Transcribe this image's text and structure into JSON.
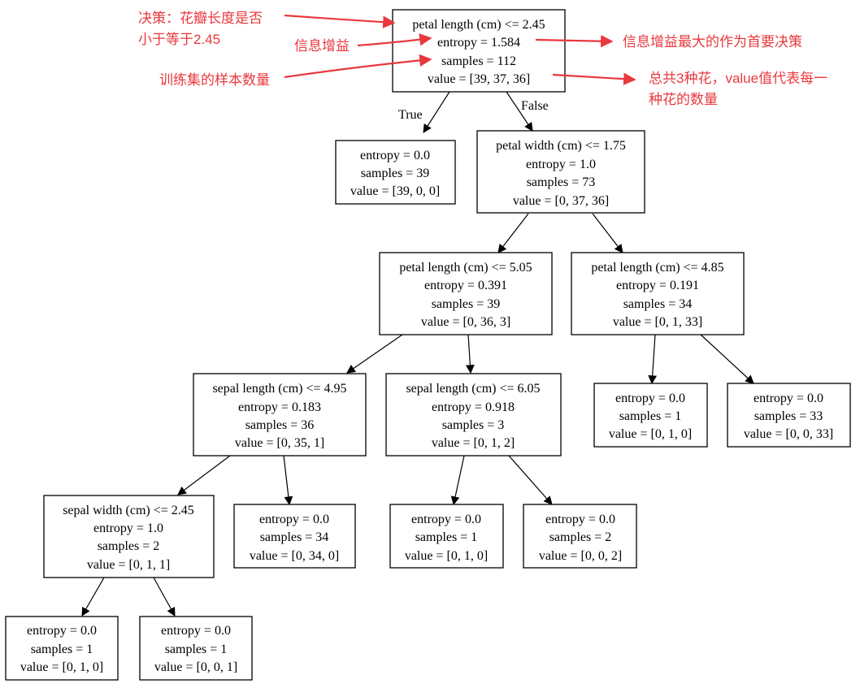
{
  "colors": {
    "annotation": "#e8383d",
    "node_border": "#000000",
    "text": "#000000"
  },
  "tree": {
    "root": {
      "lines": [
        "petal length (cm) <= 2.45",
        "entropy = 1.584",
        "samples = 112",
        "value = [39, 37, 36]"
      ]
    },
    "leaf_setosa": {
      "lines": [
        "entropy = 0.0",
        "samples = 39",
        "value = [39, 0, 0]"
      ]
    },
    "split_petal_width": {
      "lines": [
        "petal width (cm) <= 1.75",
        "entropy = 1.0",
        "samples = 73",
        "value = [0, 37, 36]"
      ]
    },
    "split_petal_length_505": {
      "lines": [
        "petal length (cm) <= 5.05",
        "entropy = 0.391",
        "samples = 39",
        "value = [0, 36, 3]"
      ]
    },
    "split_petal_length_485": {
      "lines": [
        "petal length (cm) <= 4.85",
        "entropy = 0.191",
        "samples = 34",
        "value = [0, 1, 33]"
      ]
    },
    "split_sepal_length_495": {
      "lines": [
        "sepal length (cm) <= 4.95",
        "entropy = 0.183",
        "samples = 36",
        "value = [0, 35, 1]"
      ]
    },
    "split_sepal_length_605": {
      "lines": [
        "sepal length (cm) <= 6.05",
        "entropy = 0.918",
        "samples = 3",
        "value = [0, 1, 2]"
      ]
    },
    "leaf_pl485_left": {
      "lines": [
        "entropy = 0.0",
        "samples = 1",
        "value = [0, 1, 0]"
      ]
    },
    "leaf_pl485_right": {
      "lines": [
        "entropy = 0.0",
        "samples = 33",
        "value = [0, 0, 33]"
      ]
    },
    "split_sepal_width_245": {
      "lines": [
        "sepal width (cm) <= 2.45",
        "entropy = 1.0",
        "samples = 2",
        "value = [0, 1, 1]"
      ]
    },
    "leaf_sl495_right": {
      "lines": [
        "entropy = 0.0",
        "samples = 34",
        "value = [0, 34, 0]"
      ]
    },
    "leaf_sl605_left": {
      "lines": [
        "entropy = 0.0",
        "samples = 1",
        "value = [0, 1, 0]"
      ]
    },
    "leaf_sl605_right": {
      "lines": [
        "entropy = 0.0",
        "samples = 2",
        "value = [0, 0, 2]"
      ]
    },
    "leaf_sw245_left": {
      "lines": [
        "entropy = 0.0",
        "samples = 1",
        "value = [0, 1, 0]"
      ]
    },
    "leaf_sw245_right": {
      "lines": [
        "entropy = 0.0",
        "samples = 1",
        "value = [0, 0, 1]"
      ]
    }
  },
  "edge_labels": {
    "true_label": "True",
    "false_label": "False"
  },
  "annotations": {
    "decision": [
      "决策：花瓣长度是否",
      "小于等于2.45"
    ],
    "info_gain": "信息增益",
    "max_gain": "信息增益最大的作为首要决策",
    "train_samples": "训练集的样本数量",
    "classes": [
      "总共3种花，value值代表每一",
      "种花的数量"
    ]
  }
}
